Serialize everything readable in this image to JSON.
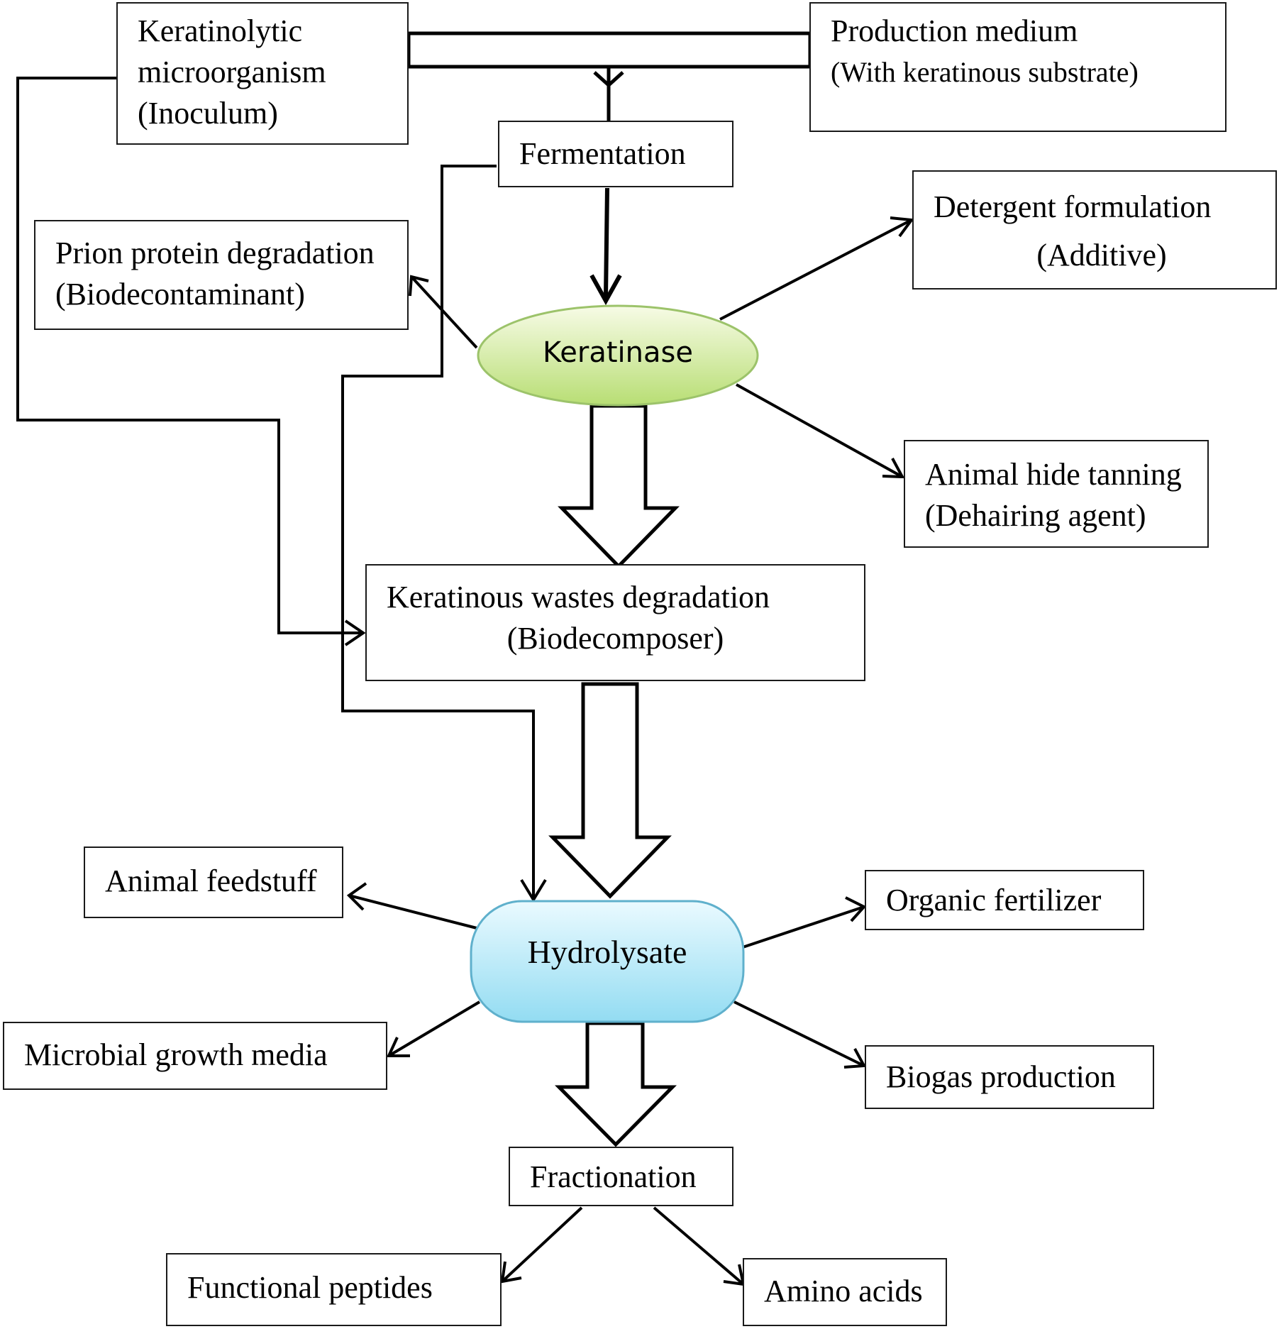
{
  "nodes": {
    "inoculum": {
      "lines": [
        "Keratinolytic",
        "microorganism",
        "(Inoculum)"
      ]
    },
    "medium": {
      "lines": [
        "Production medium",
        "(With keratinous substrate)"
      ]
    },
    "fermentation": {
      "lines": [
        "Fermentation"
      ]
    },
    "keratinase": {
      "label": "Keratinase"
    },
    "prion": {
      "lines": [
        "Prion protein degradation",
        "(Biodecontaminant)"
      ]
    },
    "detergent": {
      "lines": [
        "Detergent formulation",
        "(Additive)"
      ]
    },
    "tanning": {
      "lines": [
        "Animal hide tanning",
        "(Dehairing agent)"
      ]
    },
    "wastes": {
      "lines": [
        "Keratinous wastes degradation",
        "(Biodecomposer)"
      ]
    },
    "hydrolysate": {
      "label": "Hydrolysate"
    },
    "feedstuff": {
      "lines": [
        "Animal feedstuff"
      ]
    },
    "fertilizer": {
      "lines": [
        "Organic fertilizer"
      ]
    },
    "growth_media": {
      "lines": [
        "Microbial growth media"
      ]
    },
    "biogas": {
      "lines": [
        "Biogas production"
      ]
    },
    "fractionation": {
      "lines": [
        "Fractionation"
      ]
    },
    "peptides": {
      "lines": [
        "Functional peptides"
      ]
    },
    "amino_acids": {
      "lines": [
        "Amino acids"
      ]
    }
  },
  "colors": {
    "keratinase_fill_top": "#f7fbe6",
    "keratinase_fill_bottom": "#b8de74",
    "keratinase_stroke": "#9cc36a",
    "hydrolysate_fill_top": "#eafaff",
    "hydrolysate_fill_bottom": "#93dcf2",
    "hydrolysate_stroke": "#5fb0cc",
    "line": "#000000"
  }
}
